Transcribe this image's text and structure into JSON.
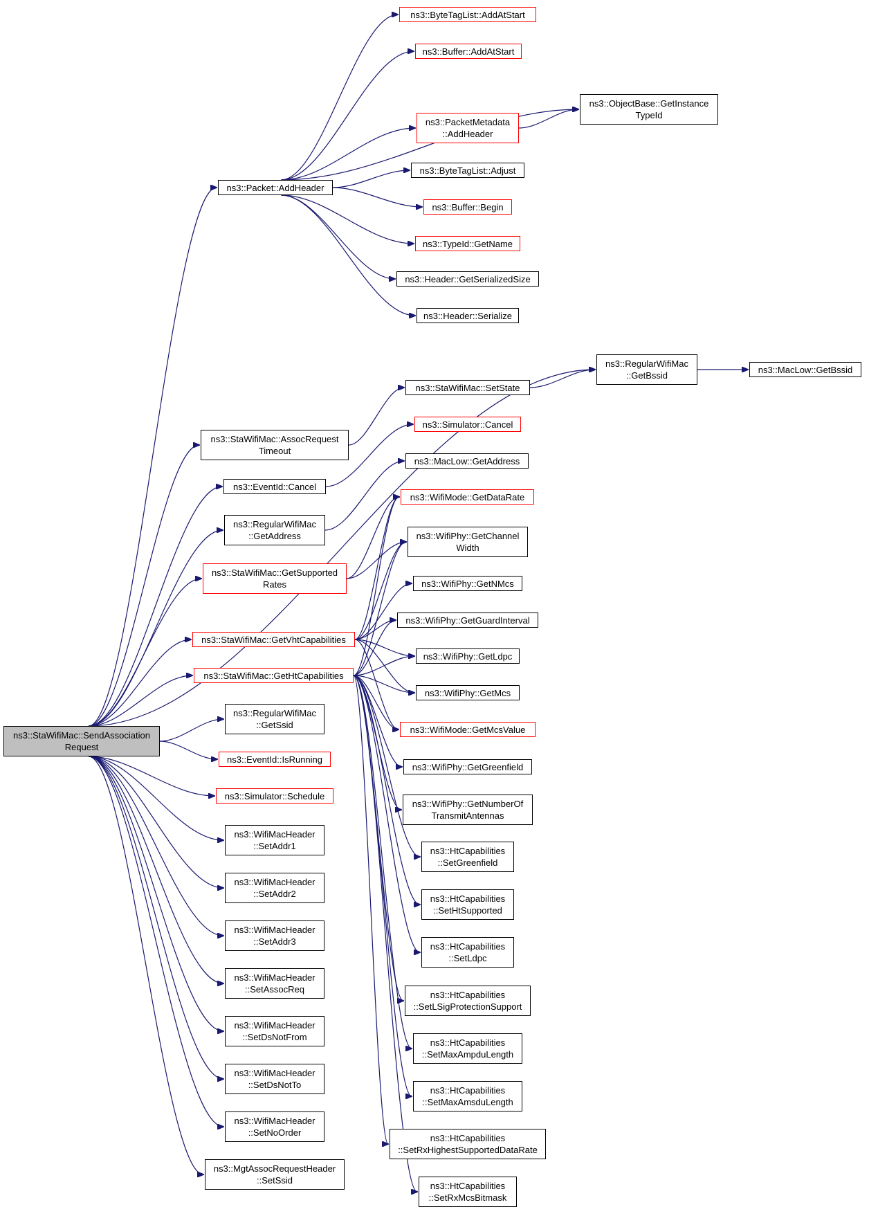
{
  "colors": {
    "edge": "#191970",
    "node_border": "#000000",
    "node_border_incomplete": "#ff0000",
    "root_fill": "#bfbfbf"
  },
  "nodes": [
    {
      "id": "root",
      "label": "ns3::StaWifiMac::SendAssociation\nRequest",
      "border": "black",
      "root": true
    },
    {
      "id": "n1",
      "label": "ns3::Packet::AddHeader",
      "border": "black"
    },
    {
      "id": "n2",
      "label": "ns3::ByteTagList::AddAtStart",
      "border": "red"
    },
    {
      "id": "n3",
      "label": "ns3::Buffer::AddAtStart",
      "border": "red"
    },
    {
      "id": "n4",
      "label": "ns3::ObjectBase::GetInstance\nTypeId",
      "border": "black"
    },
    {
      "id": "n5",
      "label": "ns3::PacketMetadata\n::AddHeader",
      "border": "red"
    },
    {
      "id": "n6",
      "label": "ns3::ByteTagList::Adjust",
      "border": "black"
    },
    {
      "id": "n7",
      "label": "ns3::Buffer::Begin",
      "border": "red"
    },
    {
      "id": "n8",
      "label": "ns3::TypeId::GetName",
      "border": "red"
    },
    {
      "id": "n9",
      "label": "ns3::Header::GetSerializedSize",
      "border": "black"
    },
    {
      "id": "n10",
      "label": "ns3::Header::Serialize",
      "border": "black"
    },
    {
      "id": "n11",
      "label": "ns3::RegularWifiMac\n::GetBssid",
      "border": "black"
    },
    {
      "id": "n12",
      "label": "ns3::MacLow::GetBssid",
      "border": "black"
    },
    {
      "id": "n13",
      "label": "ns3::StaWifiMac::SetState",
      "border": "black"
    },
    {
      "id": "n14",
      "label": "ns3::StaWifiMac::AssocRequest\nTimeout",
      "border": "black"
    },
    {
      "id": "n15",
      "label": "ns3::Simulator::Cancel",
      "border": "red"
    },
    {
      "id": "n16",
      "label": "ns3::EventId::Cancel",
      "border": "black"
    },
    {
      "id": "n17",
      "label": "ns3::MacLow::GetAddress",
      "border": "black"
    },
    {
      "id": "n18",
      "label": "ns3::RegularWifiMac\n::GetAddress",
      "border": "black"
    },
    {
      "id": "n19",
      "label": "ns3::WifiMode::GetDataRate",
      "border": "red"
    },
    {
      "id": "n20",
      "label": "ns3::StaWifiMac::GetSupported\nRates",
      "border": "red"
    },
    {
      "id": "n21",
      "label": "ns3::WifiPhy::GetChannel\nWidth",
      "border": "black"
    },
    {
      "id": "n22",
      "label": "ns3::WifiPhy::GetNMcs",
      "border": "black"
    },
    {
      "id": "n23",
      "label": "ns3::WifiPhy::GetGuardInterval",
      "border": "black"
    },
    {
      "id": "n24",
      "label": "ns3::StaWifiMac::GetVhtCapabilities",
      "border": "red"
    },
    {
      "id": "n25",
      "label": "ns3::WifiPhy::GetLdpc",
      "border": "black"
    },
    {
      "id": "n26",
      "label": "ns3::StaWifiMac::GetHtCapabilities",
      "border": "red"
    },
    {
      "id": "n27",
      "label": "ns3::WifiPhy::GetMcs",
      "border": "black"
    },
    {
      "id": "n28",
      "label": "ns3::WifiMode::GetMcsValue",
      "border": "red"
    },
    {
      "id": "n29",
      "label": "ns3::RegularWifiMac\n::GetSsid",
      "border": "black"
    },
    {
      "id": "n30",
      "label": "ns3::EventId::IsRunning",
      "border": "red"
    },
    {
      "id": "n31",
      "label": "ns3::WifiPhy::GetGreenfield",
      "border": "black"
    },
    {
      "id": "n32",
      "label": "ns3::Simulator::Schedule",
      "border": "red"
    },
    {
      "id": "n33",
      "label": "ns3::WifiPhy::GetNumberOf\nTransmitAntennas",
      "border": "black"
    },
    {
      "id": "n34",
      "label": "ns3::WifiMacHeader\n::SetAddr1",
      "border": "black"
    },
    {
      "id": "n35",
      "label": "ns3::HtCapabilities\n::SetGreenfield",
      "border": "black"
    },
    {
      "id": "n36",
      "label": "ns3::WifiMacHeader\n::SetAddr2",
      "border": "black"
    },
    {
      "id": "n37",
      "label": "ns3::HtCapabilities\n::SetHtSupported",
      "border": "black"
    },
    {
      "id": "n38",
      "label": "ns3::WifiMacHeader\n::SetAddr3",
      "border": "black"
    },
    {
      "id": "n39",
      "label": "ns3::HtCapabilities\n::SetLdpc",
      "border": "black"
    },
    {
      "id": "n40",
      "label": "ns3::WifiMacHeader\n::SetAssocReq",
      "border": "black"
    },
    {
      "id": "n41",
      "label": "ns3::HtCapabilities\n::SetLSigProtectionSupport",
      "border": "black"
    },
    {
      "id": "n42",
      "label": "ns3::WifiMacHeader\n::SetDsNotFrom",
      "border": "black"
    },
    {
      "id": "n43",
      "label": "ns3::HtCapabilities\n::SetMaxAmpduLength",
      "border": "black"
    },
    {
      "id": "n44",
      "label": "ns3::WifiMacHeader\n::SetDsNotTo",
      "border": "black"
    },
    {
      "id": "n45",
      "label": "ns3::HtCapabilities\n::SetMaxAmsduLength",
      "border": "black"
    },
    {
      "id": "n46",
      "label": "ns3::WifiMacHeader\n::SetNoOrder",
      "border": "black"
    },
    {
      "id": "n47",
      "label": "ns3::HtCapabilities\n::SetRxHighestSupportedDataRate",
      "border": "black"
    },
    {
      "id": "n48",
      "label": "ns3::MgtAssocRequestHeader\n::SetSsid",
      "border": "black"
    },
    {
      "id": "n49",
      "label": "ns3::HtCapabilities\n::SetRxMcsBitmask",
      "border": "black"
    }
  ],
  "edges": [
    [
      "root",
      "n1"
    ],
    [
      "root",
      "n11"
    ],
    [
      "root",
      "n14"
    ],
    [
      "root",
      "n16"
    ],
    [
      "root",
      "n18"
    ],
    [
      "root",
      "n20"
    ],
    [
      "root",
      "n24"
    ],
    [
      "root",
      "n26"
    ],
    [
      "root",
      "n29"
    ],
    [
      "root",
      "n30"
    ],
    [
      "root",
      "n32"
    ],
    [
      "root",
      "n34"
    ],
    [
      "root",
      "n36"
    ],
    [
      "root",
      "n38"
    ],
    [
      "root",
      "n40"
    ],
    [
      "root",
      "n42"
    ],
    [
      "root",
      "n44"
    ],
    [
      "root",
      "n46"
    ],
    [
      "root",
      "n48"
    ],
    [
      "n1",
      "n2"
    ],
    [
      "n1",
      "n3"
    ],
    [
      "n1",
      "n4"
    ],
    [
      "n1",
      "n5"
    ],
    [
      "n1",
      "n6"
    ],
    [
      "n1",
      "n7"
    ],
    [
      "n1",
      "n8"
    ],
    [
      "n1",
      "n9"
    ],
    [
      "n1",
      "n10"
    ],
    [
      "n5",
      "n4"
    ],
    [
      "n11",
      "n12"
    ],
    [
      "n13",
      "n11"
    ],
    [
      "n14",
      "n13"
    ],
    [
      "n16",
      "n15"
    ],
    [
      "n18",
      "n17"
    ],
    [
      "n20",
      "n19"
    ],
    [
      "n20",
      "n21"
    ],
    [
      "n24",
      "n19"
    ],
    [
      "n24",
      "n21"
    ],
    [
      "n24",
      "n22"
    ],
    [
      "n24",
      "n23"
    ],
    [
      "n24",
      "n25"
    ],
    [
      "n24",
      "n27"
    ],
    [
      "n24",
      "n28"
    ],
    [
      "n26",
      "n19"
    ],
    [
      "n26",
      "n21"
    ],
    [
      "n26",
      "n23"
    ],
    [
      "n26",
      "n25"
    ],
    [
      "n26",
      "n27"
    ],
    [
      "n26",
      "n28"
    ],
    [
      "n26",
      "n31"
    ],
    [
      "n26",
      "n33"
    ],
    [
      "n26",
      "n35"
    ],
    [
      "n26",
      "n37"
    ],
    [
      "n26",
      "n39"
    ],
    [
      "n26",
      "n41"
    ],
    [
      "n26",
      "n43"
    ],
    [
      "n26",
      "n45"
    ],
    [
      "n26",
      "n47"
    ],
    [
      "n26",
      "n49"
    ]
  ]
}
